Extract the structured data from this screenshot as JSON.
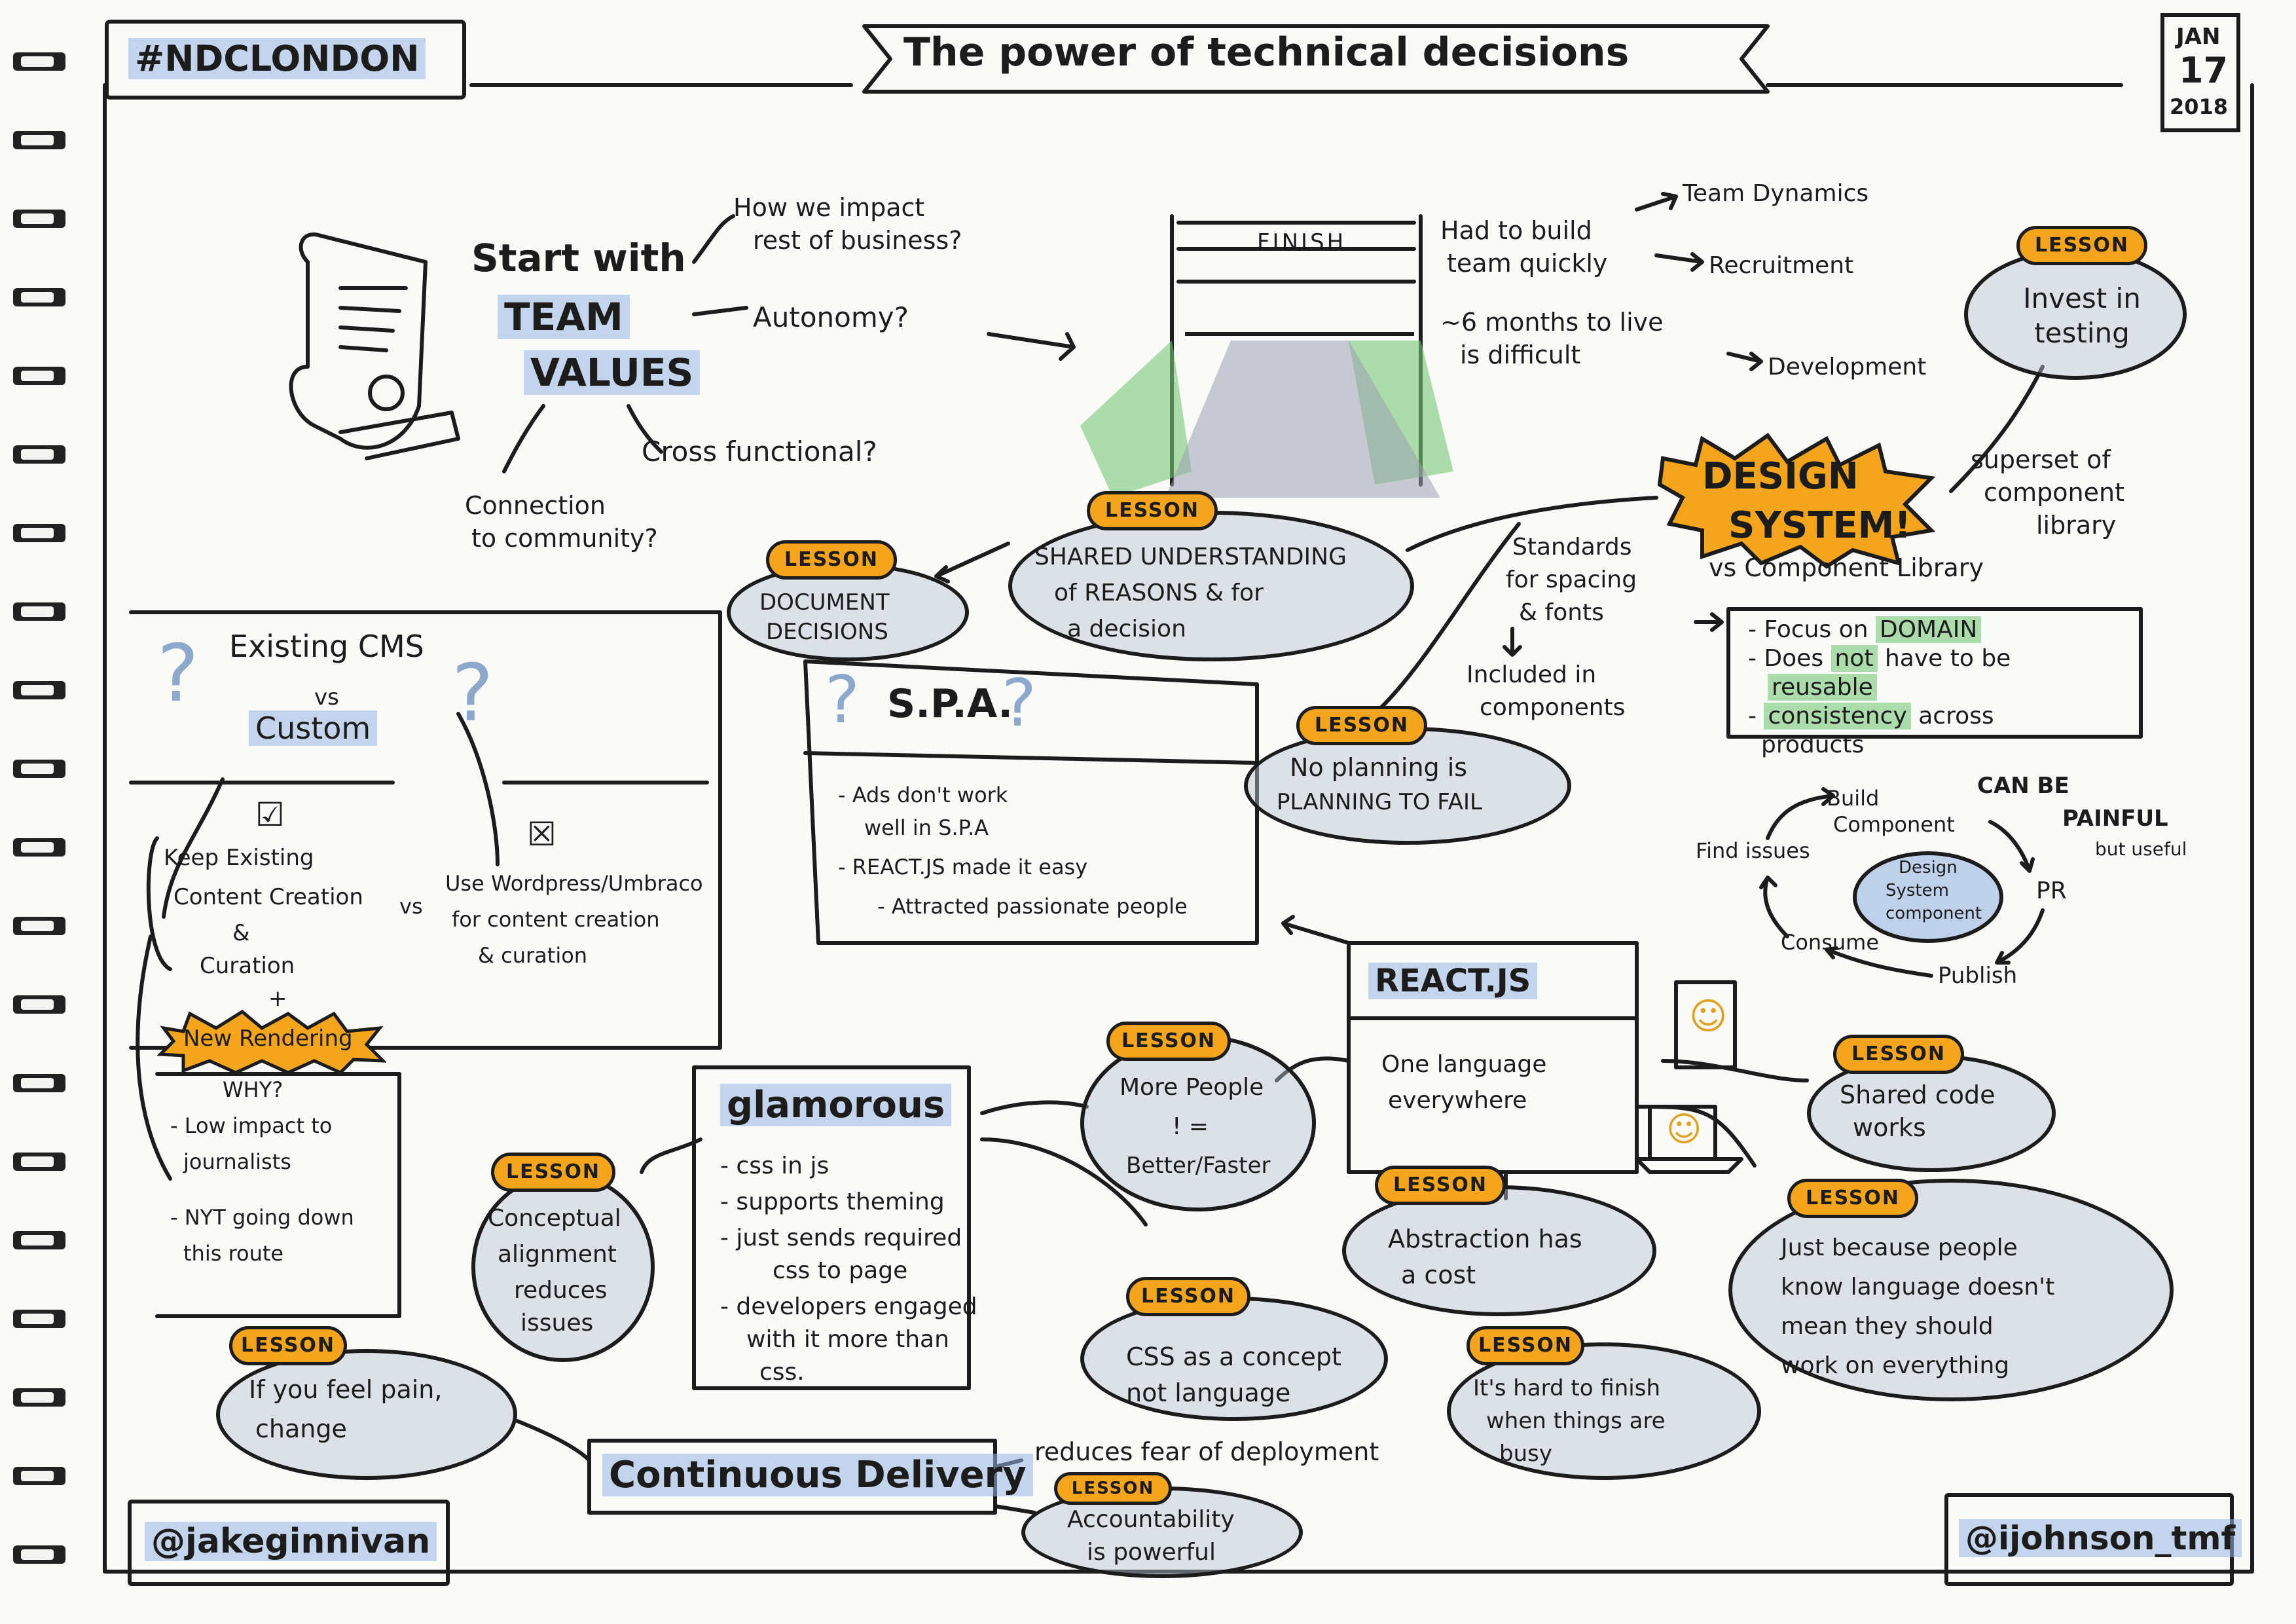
{
  "header": {
    "hashtag": "#NDCLONDON",
    "title": "The power of technical decisions",
    "date_month": "JAN",
    "date_day": "17",
    "date_year": "2018"
  },
  "colors": {
    "lesson": "#f4a51c",
    "highlight": "#96b4e1",
    "green": "#78c878",
    "ink": "#1c1c1c"
  },
  "start": {
    "start_with": "Start with",
    "team": "TEAM",
    "values": "VALUES",
    "q_impact_1": "How we impact",
    "q_impact_2": "rest of business?",
    "q_autonomy": "Autonomy?",
    "q_cross": "Cross functional?",
    "q_connection_1": "Connection",
    "q_connection_2": "to community?"
  },
  "finish": {
    "label": "FINISH",
    "had_to_build_1": "Had to build",
    "had_to_build_2": "team quickly",
    "months_1": "~6 months to live",
    "months_2": "is difficult",
    "team_dynamics": "Team Dynamics",
    "recruitment": "Recruitment",
    "development": "Development"
  },
  "lesson_word": "LESSON",
  "lessons": {
    "invest_testing": "Invest in testing",
    "shared_understanding_1": "SHARED UNDERSTANDING",
    "shared_understanding_2": "of REASONS & for",
    "shared_understanding_3": "a decision",
    "document_decisions_1": "DOCUMENT",
    "document_decisions_2": "DECISIONS",
    "no_planning_1": "No planning is",
    "no_planning_2": "PLANNING TO FAIL",
    "more_people_1": "More People",
    "more_people_2": "! =",
    "more_people_3": "Better/Faster",
    "shared_code_1": "Shared code",
    "shared_code_2": "works",
    "abstraction_1": "Abstraction has",
    "abstraction_2": "a cost",
    "just_because_1": "Just because people",
    "just_because_2": "know language doesn't",
    "just_because_3": "mean they should",
    "just_because_4": "work on everything",
    "conceptual_1": "Conceptual",
    "conceptual_2": "alignment",
    "conceptual_3": "reduces",
    "conceptual_4": "issues",
    "css_concept_1": "CSS as a concept",
    "css_concept_2": "not language",
    "hard_finish_1": "It's hard to finish",
    "hard_finish_2": "when things are",
    "hard_finish_3": "busy",
    "feel_pain_1": "If you feel pain,",
    "feel_pain_2": "change",
    "accountability_1": "Accountability",
    "accountability_2": "is powerful"
  },
  "design_system": {
    "title_1": "DESIGN",
    "title_2": "SYSTEM!",
    "superset_1": "superset of",
    "superset_2": "component",
    "superset_3": "library",
    "vs_component": "vs Component Library",
    "standards_1": "Standards",
    "standards_2": "for spacing",
    "standards_3": "& fonts",
    "included_1": "Included in",
    "included_2": "components",
    "focus_prefix": "- Focus on",
    "focus_domain": "DOMAIN",
    "not_prefix": "- Does",
    "not_word": "not",
    "not_suffix": "have to be",
    "reusable": "reusable",
    "consistency_prefix": "-",
    "consistency_word": "consistency",
    "consistency_suffix": "across",
    "products": "products",
    "can_be_painful_1": "CAN BE",
    "can_be_painful_2": "PAINFUL",
    "but_useful": "but useful"
  },
  "cycle": {
    "build_1": "Build",
    "build_2": "Component",
    "pr": "PR",
    "publish": "Publish",
    "consume": "Consume",
    "find_issues": "Find issues",
    "center_1": "Design",
    "center_2": "System",
    "center_3": "component"
  },
  "cms": {
    "title_1": "Existing CMS",
    "vs": "vs",
    "title_2": "Custom",
    "keep_1": "Keep Existing",
    "keep_2": "Content Creation",
    "keep_vs": "vs",
    "keep_3": "&",
    "keep_4": "Curation",
    "use_1": "Use Wordpress/Umbraco",
    "use_2": "for content creation",
    "use_3": "& curation",
    "plus": "+",
    "new_rendering": "New Rendering",
    "why": "WHY?",
    "why_1": "- Low impact to",
    "why_2": "journalists",
    "why_3": "- NYT going down",
    "why_4": "this route",
    "q": "?"
  },
  "spa": {
    "title": "S.P.A.",
    "b1_1": "- Ads don't work",
    "b1_2": "well in S.P.A",
    "b2": "- REACT.JS made it easy",
    "b3": "- Attracted passionate people"
  },
  "react": {
    "title": "REACT.JS",
    "one_lang_1": "One language",
    "one_lang_2": "everywhere"
  },
  "glamorous": {
    "title": "glamorous",
    "b1": "- css in js",
    "b2": "- supports theming",
    "b3": "- just sends required",
    "b4": "css to page",
    "b5": "- developers engaged",
    "b6": "with it more than",
    "b7": "css."
  },
  "delivery": {
    "title": "Continuous Delivery",
    "reduces": "reduces fear of deployment"
  },
  "footer": {
    "left_handle": "@jakeginnivan",
    "right_handle": "@ijohnson_tmf"
  }
}
